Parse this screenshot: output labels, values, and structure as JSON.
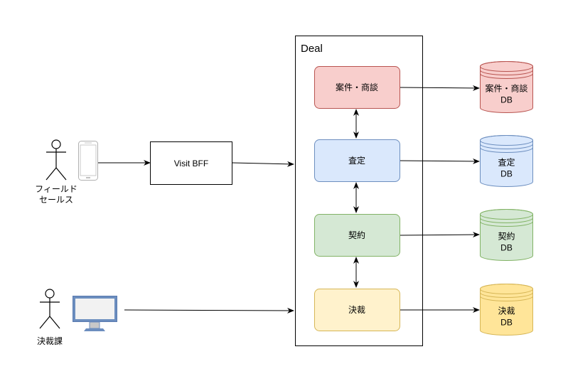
{
  "container": {
    "title": "Deal"
  },
  "actors": [
    {
      "label_lines": [
        "フィールド",
        "セールス"
      ]
    },
    {
      "label_lines": [
        "決裁課"
      ]
    }
  ],
  "bff": {
    "label": "Visit BFF"
  },
  "services": [
    {
      "label": "案件・商談",
      "fill": "#f8cecc",
      "stroke": "#b85450"
    },
    {
      "label": "査定",
      "fill": "#dae8fc",
      "stroke": "#6c8ebf"
    },
    {
      "label": "契約",
      "fill": "#d5e8d4",
      "stroke": "#82b366"
    },
    {
      "label": "決裁",
      "fill": "#fff2cc",
      "stroke": "#d6b656"
    }
  ],
  "databases": [
    {
      "line1": "案件・商談",
      "line2": "DB",
      "fill": "#f8cecc",
      "stroke": "#b85450"
    },
    {
      "line1": "査定",
      "line2": "DB",
      "fill": "#dae8fc",
      "stroke": "#6c8ebf"
    },
    {
      "line1": "契約",
      "line2": "DB",
      "fill": "#d5e8d4",
      "stroke": "#82b366"
    },
    {
      "line1": "決裁",
      "line2": "DB",
      "fill": "#ffe599",
      "stroke": "#d6b656"
    }
  ]
}
